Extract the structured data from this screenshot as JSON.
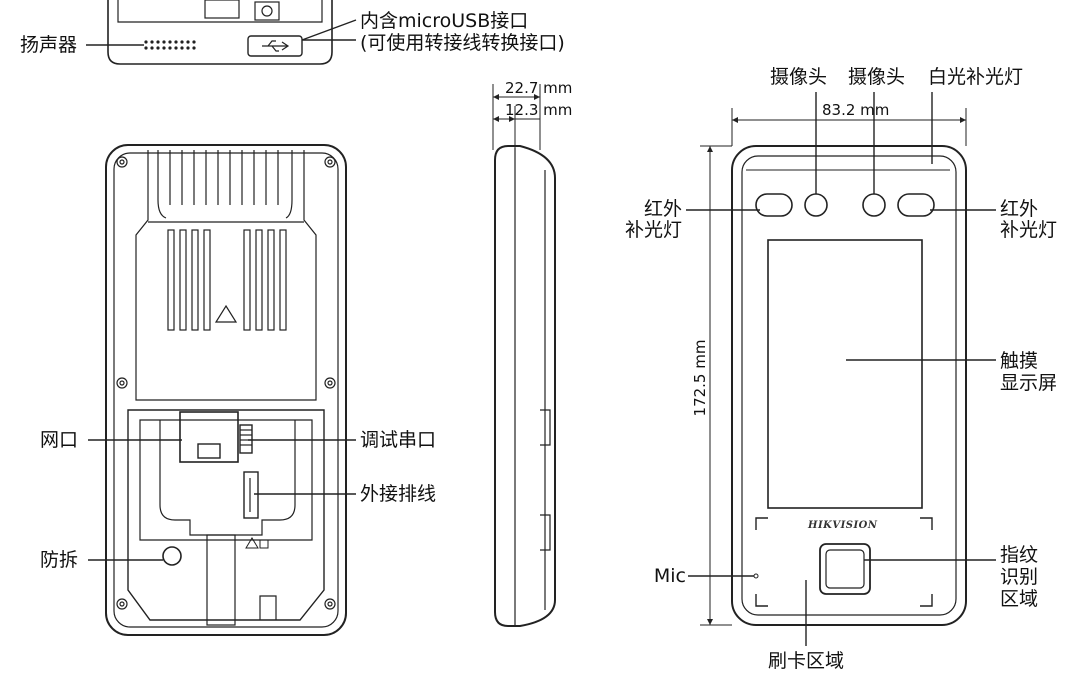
{
  "labels": {
    "speaker": "扬声器",
    "usb_line1": "内含microUSB接口",
    "usb_line2": "(可使用转接线转换接口)",
    "network_port": "网口",
    "debug_serial": "调试串口",
    "external_ribbon": "外接排线",
    "tamper": "防拆",
    "camera_1": "摄像头",
    "camera_2": "摄像头",
    "white_light": "白光补光灯",
    "ir_left_line1": "红外",
    "ir_left_line2": "补光灯",
    "ir_right_line1": "红外",
    "ir_right_line2": "补光灯",
    "touch_line1": "触摸",
    "touch_line2": "显示屏",
    "mic": "Mic",
    "fingerprint_line1": "指纹",
    "fingerprint_line2": "识别",
    "fingerprint_line3": "区域",
    "card_area": "刷卡区域"
  },
  "dimensions": {
    "depth_total": "22.7 mm",
    "depth_body": "12.3 mm",
    "width": "83.2 mm",
    "height": "172.5 mm"
  },
  "brand": "HIKVISION"
}
